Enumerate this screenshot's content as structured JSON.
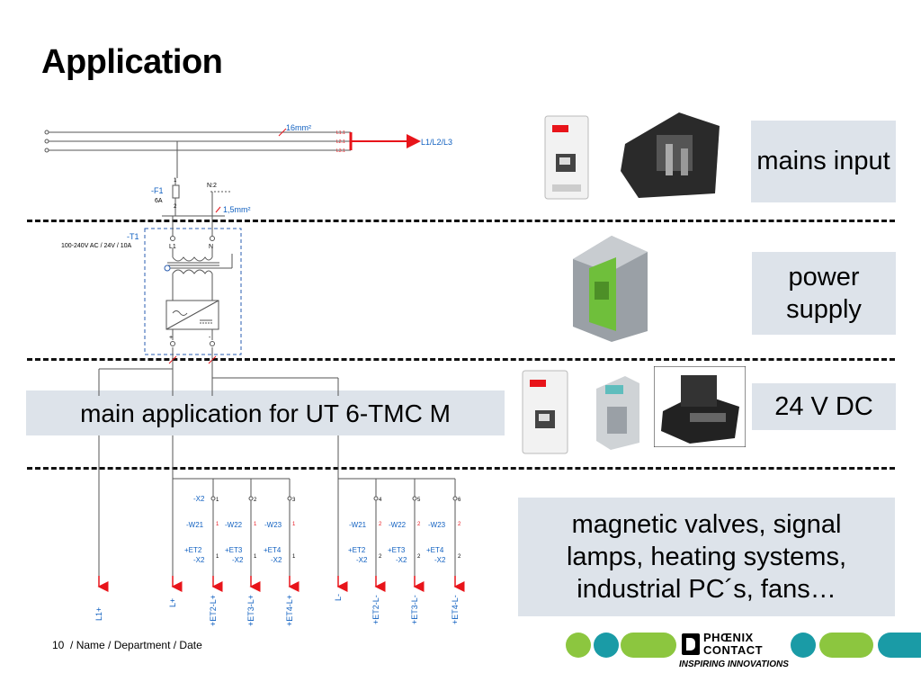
{
  "slide": {
    "title": "Application",
    "footer": {
      "page": "10",
      "text": "/ Name / Department / Date"
    }
  },
  "boxes": {
    "mains": "mains input",
    "power": "power supply",
    "dc": "24 V DC",
    "main_app": "main application for UT 6-TMC M",
    "loads": "magnetic valves, signal lamps, heating systems, industrial PC´s, fans…"
  },
  "schematic": {
    "cable_top": "16mm²",
    "mains_out": "L1/L2/L3",
    "phase_tags": [
      "L1.1",
      "L2.1",
      "L3.1"
    ],
    "fuse_label": "-F1",
    "fuse_rating": "6A",
    "fuse_pin1": "1",
    "fuse_pin2": "2",
    "neutral_label": "N:2",
    "cable_mid": "1,5mm²",
    "transformer_label": "-T1",
    "transformer_rating": "100-240V AC / 24V / 10A",
    "pin_l1": "L1",
    "pin_n": "N",
    "pin_plus": "+",
    "pin_minus": "-",
    "terminals": {
      "x2": "-X2",
      "w21": "-W21",
      "w22": "-W22",
      "w23": "-W23",
      "et2": "+ET2",
      "et3": "+ET3",
      "et4": "+ET4",
      "sub_x2": "-X2",
      "nums": [
        "1",
        "2",
        "3",
        "4",
        "5",
        "6"
      ],
      "pin1": "1",
      "pin2": "2",
      "mark1": "1",
      "mark2": "2"
    },
    "outputs": [
      "L1+",
      "L+",
      "+ET2-L+",
      "+ET3-L+",
      "+ET4-L+",
      "L-",
      "+ET2-L-",
      "+ET3-L-",
      "+ET4-L-"
    ]
  },
  "brand": {
    "name_line1": "PHŒNIX",
    "name_line2": "CONTACT",
    "tagline": "INSPIRING INNOVATIONS",
    "colors": {
      "green": "#8cc63f",
      "teal": "#1a9ba6",
      "red": "#e8141a"
    }
  }
}
